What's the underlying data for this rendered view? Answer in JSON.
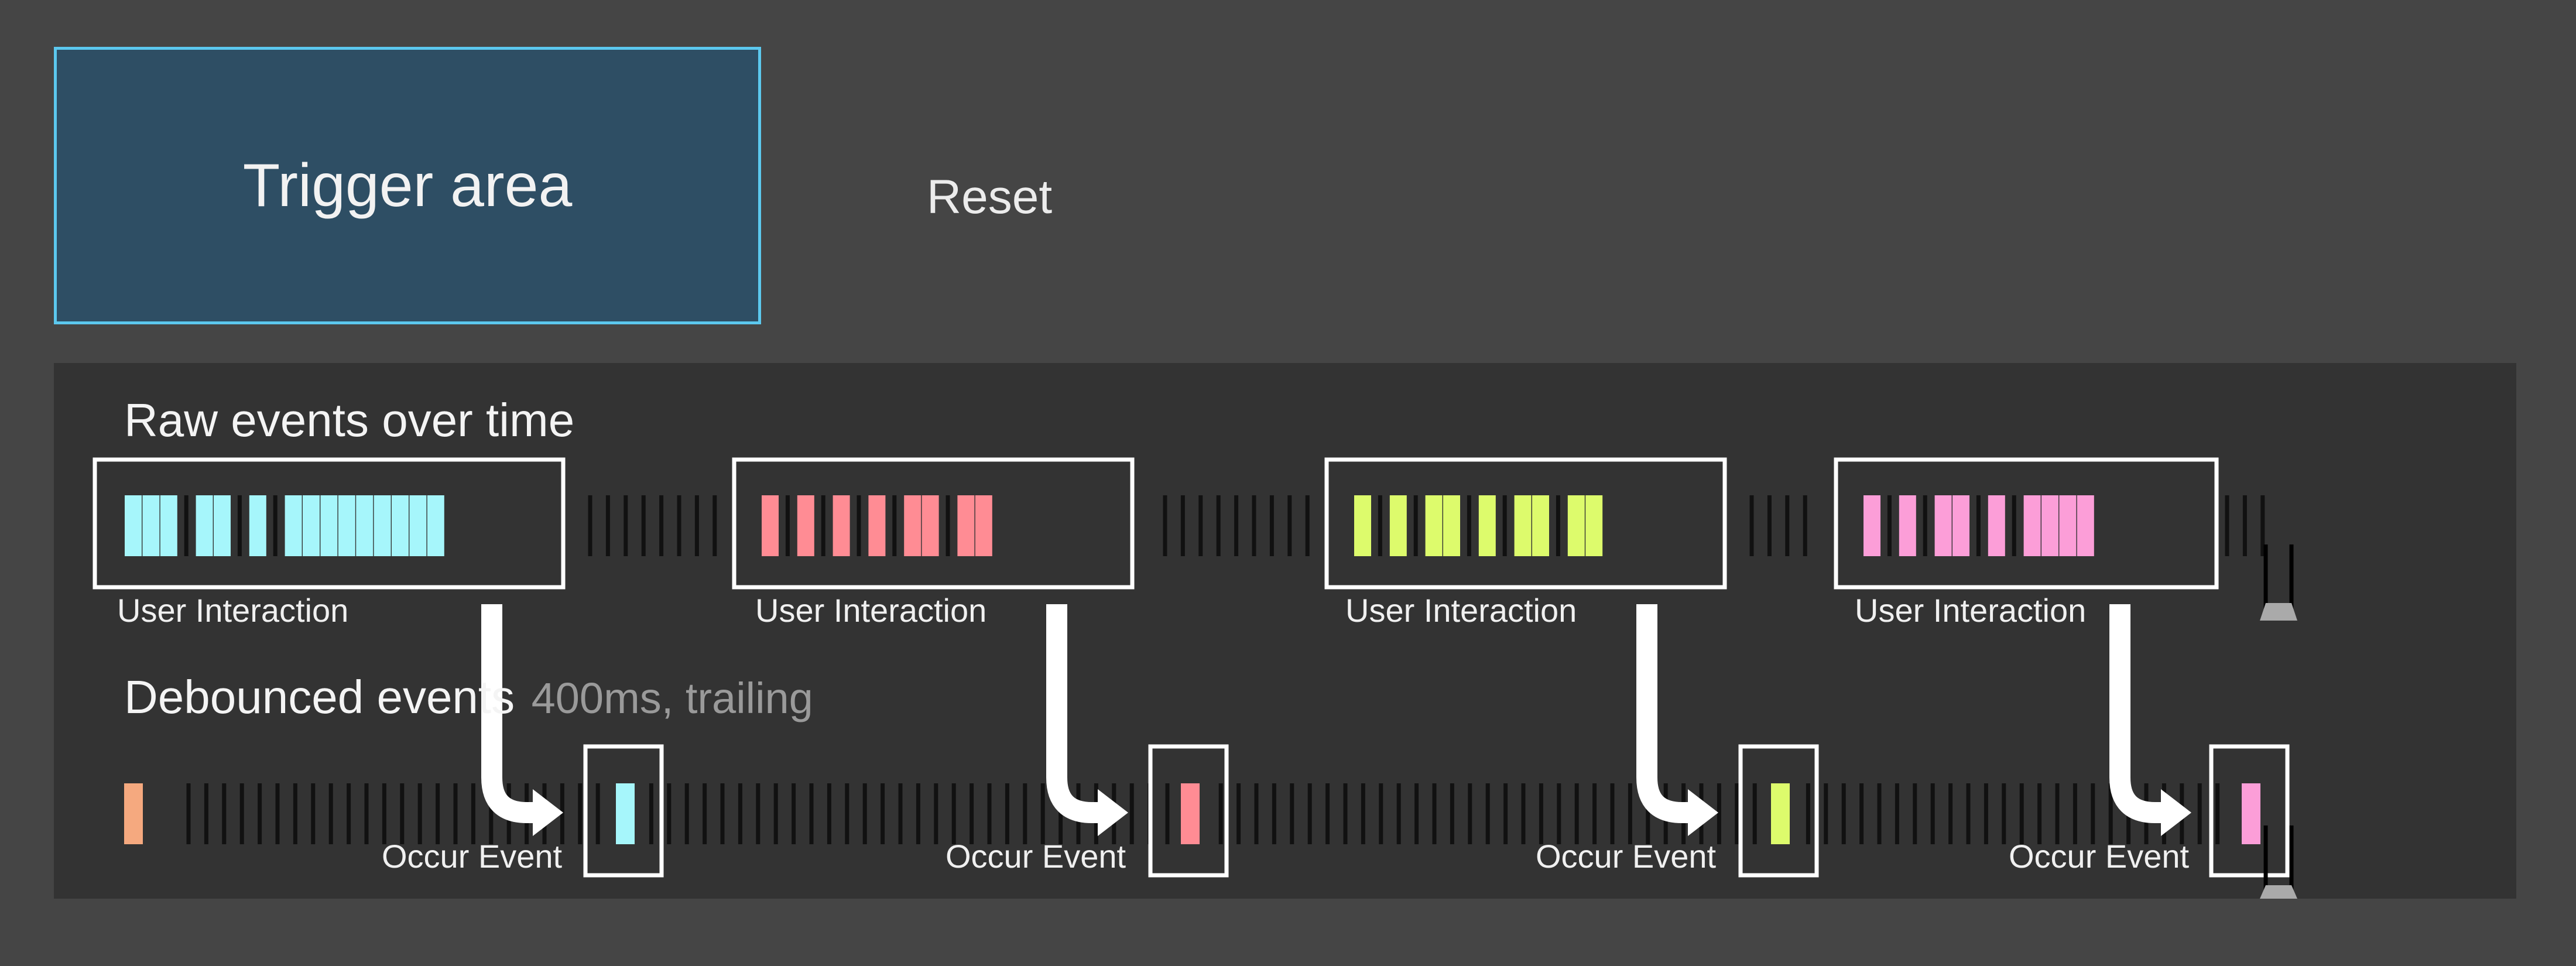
{
  "controls": {
    "trigger_label": "Trigger area",
    "reset_label": "Reset"
  },
  "raw_section": {
    "title": "Raw events over time",
    "group_label": "User Interaction"
  },
  "debounced_section": {
    "title": "Debounced events",
    "subtitle": "400ms, trailing",
    "event_label": "Occur Event"
  },
  "colors": {
    "page_bg": "#454545",
    "panel_bg": "#333333",
    "trigger_fill": "#2e4e64",
    "trigger_border": "#5cc8ee",
    "idle_tick": "#111111",
    "annotation": "#ffffff",
    "start_marker": "#f5a97f",
    "playhead": "#aaaaaa"
  },
  "raw_groups": [
    {
      "color": "#a6f6fb",
      "pattern": [
        1,
        1,
        1,
        0,
        1,
        1,
        0,
        1,
        0,
        1,
        1,
        1,
        1,
        1,
        1,
        1,
        1,
        1
      ]
    },
    {
      "color": "#ff8c94",
      "pattern": [
        1,
        0,
        1,
        0,
        1,
        0,
        1,
        0,
        1,
        1,
        0,
        1,
        1
      ]
    },
    {
      "color": "#ddfb6c",
      "pattern": [
        1,
        0,
        1,
        0,
        1,
        1,
        0,
        1,
        0,
        1,
        1,
        0,
        1,
        1
      ]
    },
    {
      "color": "#fc9ed8",
      "pattern": [
        1,
        0,
        1,
        0,
        1,
        1,
        0,
        1,
        0,
        1,
        1,
        1,
        1
      ]
    }
  ],
  "debounced_events": [
    {
      "color": "#a6f6fb"
    },
    {
      "color": "#ff8c94"
    },
    {
      "color": "#ddfb6c"
    },
    {
      "color": "#fc9ed8"
    }
  ]
}
